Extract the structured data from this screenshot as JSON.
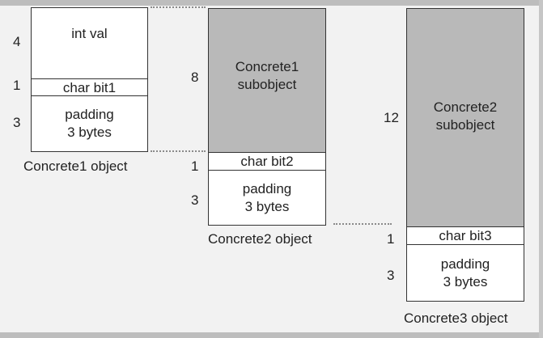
{
  "concrete1": {
    "int_field": "int  val",
    "int_size": "4",
    "char_field": "char  bit1",
    "char_size": "1",
    "padding_line1": "padding",
    "padding_line2": "3 bytes",
    "padding_size": "3",
    "caption": "Concrete1 object"
  },
  "concrete2": {
    "subobject_line1": "Concrete1",
    "subobject_line2": "subobject",
    "subobject_size": "8",
    "char_field": "char  bit2",
    "char_size": "1",
    "padding_line1": "padding",
    "padding_line2": "3 bytes",
    "padding_size": "3",
    "caption": "Concrete2 object"
  },
  "concrete3": {
    "subobject_line1": "Concrete2",
    "subobject_line2": "subobject",
    "subobject_size": "12",
    "char_field": "char  bit3",
    "char_size": "1",
    "padding_line1": "padding",
    "padding_line2": "3 bytes",
    "padding_size": "3",
    "caption": "Concrete3 object"
  },
  "colors": {
    "background": "#f2f2f2",
    "subobject_fill": "#b9b9b9",
    "field_fill": "#ffffff",
    "border": "#333333"
  }
}
